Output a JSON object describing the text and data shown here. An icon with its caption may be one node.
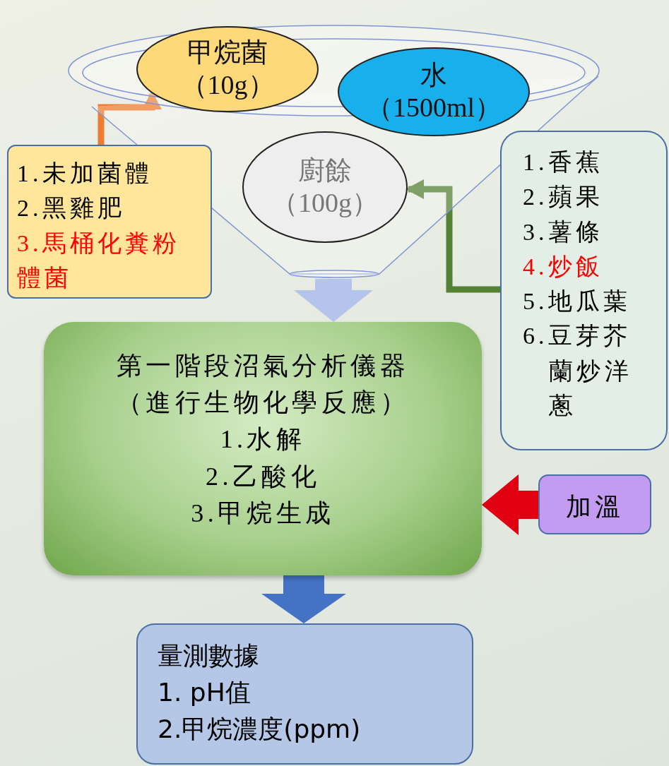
{
  "diagram": {
    "nodes": [
      {
        "text": [],
        "shape": "funnel"
      },
      {
        "text": [
          "甲烷菌",
          "（10g）"
        ]
      },
      {
        "text": [
          "水",
          "（1500ml）"
        ]
      },
      {
        "text": [
          "廚餘",
          "（100g）"
        ],
        "in": 0
      },
      {
        "text": [
          "1.未加菌體",
          "2.黑雞肥",
          "3.馬桶化糞粉體菌"
        ]
      },
      {
        "text": [
          "1.香蕉",
          "2.蘋果",
          "3.薯條",
          "4.炒飯",
          "5.地瓜葉",
          "6.豆芽芥蘭炒洋蔥"
        ]
      },
      {
        "text": [
          "第一階段沼氣分析儀器",
          "（進行生物化學反應）",
          "1.水解",
          "2.乙酸化",
          "3.甲烷生成"
        ]
      },
      {
        "text": [
          "加溫"
        ]
      },
      {
        "text": [
          "量測數據",
          "1. pH值",
          "2.甲烷濃度(ppm)"
        ]
      }
    ],
    "edges": [
      {
        "from": 4,
        "to": 1,
        "arrow": "to",
        "color": "#ed7d31"
      },
      {
        "from": 5,
        "to": 3,
        "arrow": "to",
        "color": "#548235"
      },
      {
        "from": 0,
        "to": 6,
        "arrow": "to",
        "color": "#b4c4ea"
      },
      {
        "from": 7,
        "to": 6,
        "arrow": "to",
        "color": "#e00012"
      },
      {
        "from": 6,
        "to": 8,
        "arrow": "to",
        "color": "#4472c4"
      }
    ]
  }
}
